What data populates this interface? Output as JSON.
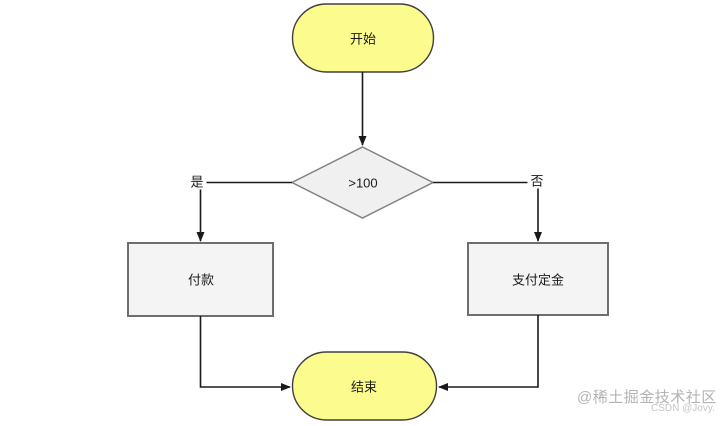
{
  "diagram": {
    "title": "payment-flowchart",
    "nodes": {
      "start": {
        "type": "terminator",
        "label": "开始"
      },
      "decision": {
        "type": "decision",
        "label": ">100"
      },
      "pay": {
        "type": "process",
        "label": "付款"
      },
      "deposit": {
        "type": "process",
        "label": "支付定金"
      },
      "end": {
        "type": "terminator",
        "label": "结束"
      }
    },
    "edges": [
      {
        "from": "start",
        "to": "decision",
        "label": ""
      },
      {
        "from": "decision",
        "to": "pay",
        "label": "是"
      },
      {
        "from": "decision",
        "to": "deposit",
        "label": "否"
      },
      {
        "from": "pay",
        "to": "end",
        "label": ""
      },
      {
        "from": "deposit",
        "to": "end",
        "label": ""
      }
    ],
    "edge_labels": {
      "yes": "是",
      "no": "否"
    },
    "colors": {
      "terminator_fill": "#fbfb8e",
      "terminator_stroke": "#404040",
      "decision_fill": "#f0f0f0",
      "decision_stroke": "#828282",
      "process_fill": "#f4f4f4",
      "process_stroke": "#6e6e6e",
      "edge": "#1a1a1a",
      "background": "#ffffff"
    }
  },
  "watermark": {
    "juejin": "@稀土掘金技术社区",
    "csdn": "CSDN @Jovy."
  }
}
